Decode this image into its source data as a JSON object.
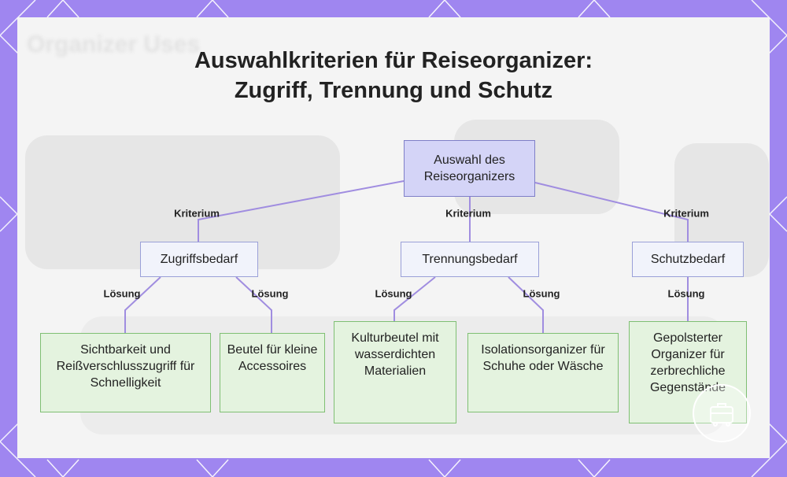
{
  "title": {
    "line1": "Auswahlkriterien für Reiseorganizer:",
    "line2": "Zugriff, Trennung und Schutz"
  },
  "watermark": "Organizer Uses",
  "nodes": {
    "root": "Auswahl des Reiseorganizers",
    "zugriff": "Zugriffsbedarf",
    "trennung": "Trennungsbedarf",
    "schutz": "Schutzbedarf",
    "sichtbarkeit": "Sichtbarkeit und Reißverschlusszugriff für Schnelligkeit",
    "beutel": "Beutel für kleine Accessoires",
    "kulturbeutel": "Kulturbeutel mit wasserdichten Materialien",
    "isolation": "Isolationsorganizer für Schuhe oder Wäsche",
    "gepolstert": "Gepolsterter Organizer für zerbrechliche Gegenstände"
  },
  "edge_labels": {
    "kriterium": "Kriterium",
    "loesung": "Lösung"
  },
  "colors": {
    "background": "#9f86f0",
    "edge": "#a08de0",
    "root_fill": "#d4d4f7",
    "leaf_fill": "#e4f3df",
    "leaf_border": "#7fbf73"
  }
}
